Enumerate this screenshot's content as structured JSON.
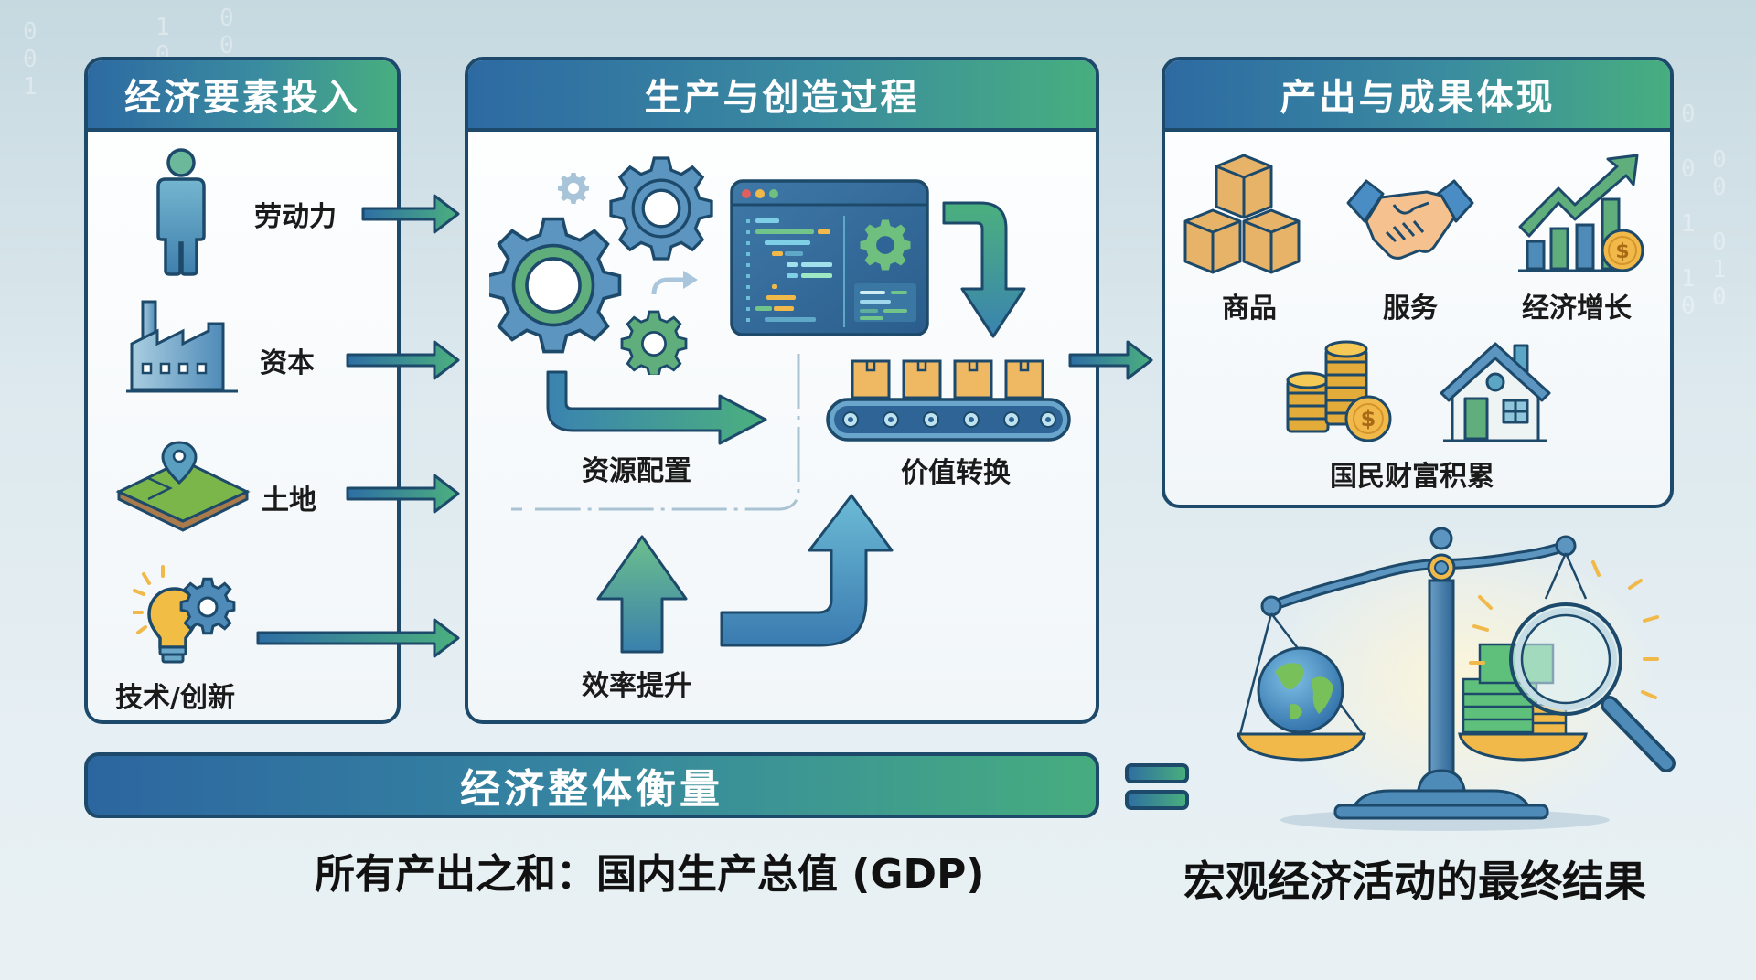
{
  "diagram": {
    "title": "GDP economic flow infographic",
    "colors": {
      "header_gradient_start": "#2d6aa2",
      "header_gradient_end": "#47ae7f",
      "border": "#1d4a6b",
      "text": "#1a1a1a",
      "gear_blue": "#4f8bb8",
      "gear_green": "#5fae7c",
      "gold": "#f0b94a"
    },
    "inputs_panel": {
      "title": "经济要素投入",
      "items": [
        {
          "label": "劳动力",
          "icon": "person-icon"
        },
        {
          "label": "资本",
          "icon": "factory-icon"
        },
        {
          "label": "土地",
          "icon": "land-map-pin-icon"
        },
        {
          "label": "技术/创新",
          "icon": "lightbulb-gear-icon"
        }
      ]
    },
    "process_panel": {
      "title": "生产与创造过程",
      "steps": [
        {
          "label": "资源配置",
          "icon": "gears-icon"
        },
        {
          "label": "价值转换",
          "icon": "conveyor-belt-icon"
        },
        {
          "label": "效率提升",
          "icon": "up-arrow-icon"
        }
      ],
      "center_icon": "code-window-icon"
    },
    "outputs_panel": {
      "title": "产出与成果体现",
      "items": [
        {
          "label": "商品",
          "icon": "boxes-icon"
        },
        {
          "label": "服务",
          "icon": "handshake-icon"
        },
        {
          "label": "经济增长",
          "icon": "growth-chart-icon"
        }
      ],
      "wealth": {
        "label": "国民财富积累",
        "icons": [
          "coin-stack-icon",
          "house-icon"
        ]
      }
    },
    "summary": {
      "bar_title": "经济整体衡量",
      "gdp_text": "所有产出之和：国内生产总值 (GDP)",
      "equals_symbol": "=",
      "result_text": "宏观经济活动的最终结果",
      "result_icon": "balance-scale-icon"
    },
    "background_digits": [
      "0",
      "1",
      "0",
      "1",
      "0",
      "0",
      "1",
      "0"
    ]
  }
}
